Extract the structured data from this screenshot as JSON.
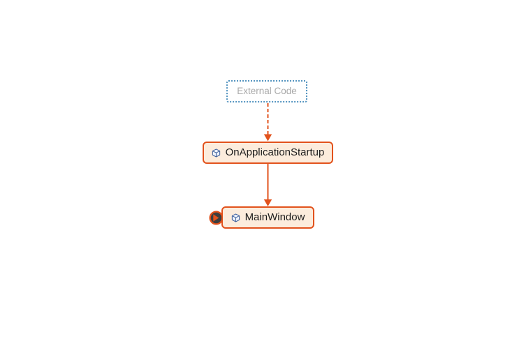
{
  "diagram": {
    "kind": "call-dependency-graph",
    "background": "#ffffff",
    "nodes": [
      {
        "id": "external-code",
        "label": "External Code",
        "node_type": "external-group",
        "border_style": "dotted",
        "border_color": "#5494c0",
        "fill": "#ffffff",
        "text_color": "#a9a9a9"
      },
      {
        "id": "onapplicationstartup",
        "label": "OnApplicationStartup",
        "node_type": "method",
        "icon": "method-cube-icon",
        "border_style": "solid",
        "border_color": "#e2521c",
        "fill": "#fcecdc",
        "text_color": "#1c1c1c"
      },
      {
        "id": "mainwindow",
        "label": "MainWindow",
        "node_type": "method",
        "icon": "method-cube-icon",
        "border_style": "solid",
        "border_color": "#e2521c",
        "fill": "#fcecdc",
        "text_color": "#1c1c1c",
        "has_current_location_indicator": true
      }
    ],
    "edges": [
      {
        "from": "external-code",
        "to": "onapplicationstartup",
        "style": "dashed",
        "color": "#e2521c",
        "arrowhead": "filled-triangle-down"
      },
      {
        "from": "onapplicationstartup",
        "to": "mainwindow",
        "style": "solid",
        "color": "#e2521c",
        "arrowhead": "filled-triangle-down"
      }
    ],
    "icons": {
      "method_cube": "3d cube glyph (blue outline)",
      "current_location": "dark circle with orange ring and orange right-pointing arrow"
    },
    "colors": {
      "accent_orange": "#e2521c",
      "method_node_fill": "#fcecdc",
      "external_node_border_blue": "#5494c0",
      "external_node_text_gray": "#a9a9a9",
      "method_node_text": "#1c1c1c",
      "method_icon_blue": "#41629e",
      "indicator_circle_fill": "#3e3e3e"
    }
  }
}
